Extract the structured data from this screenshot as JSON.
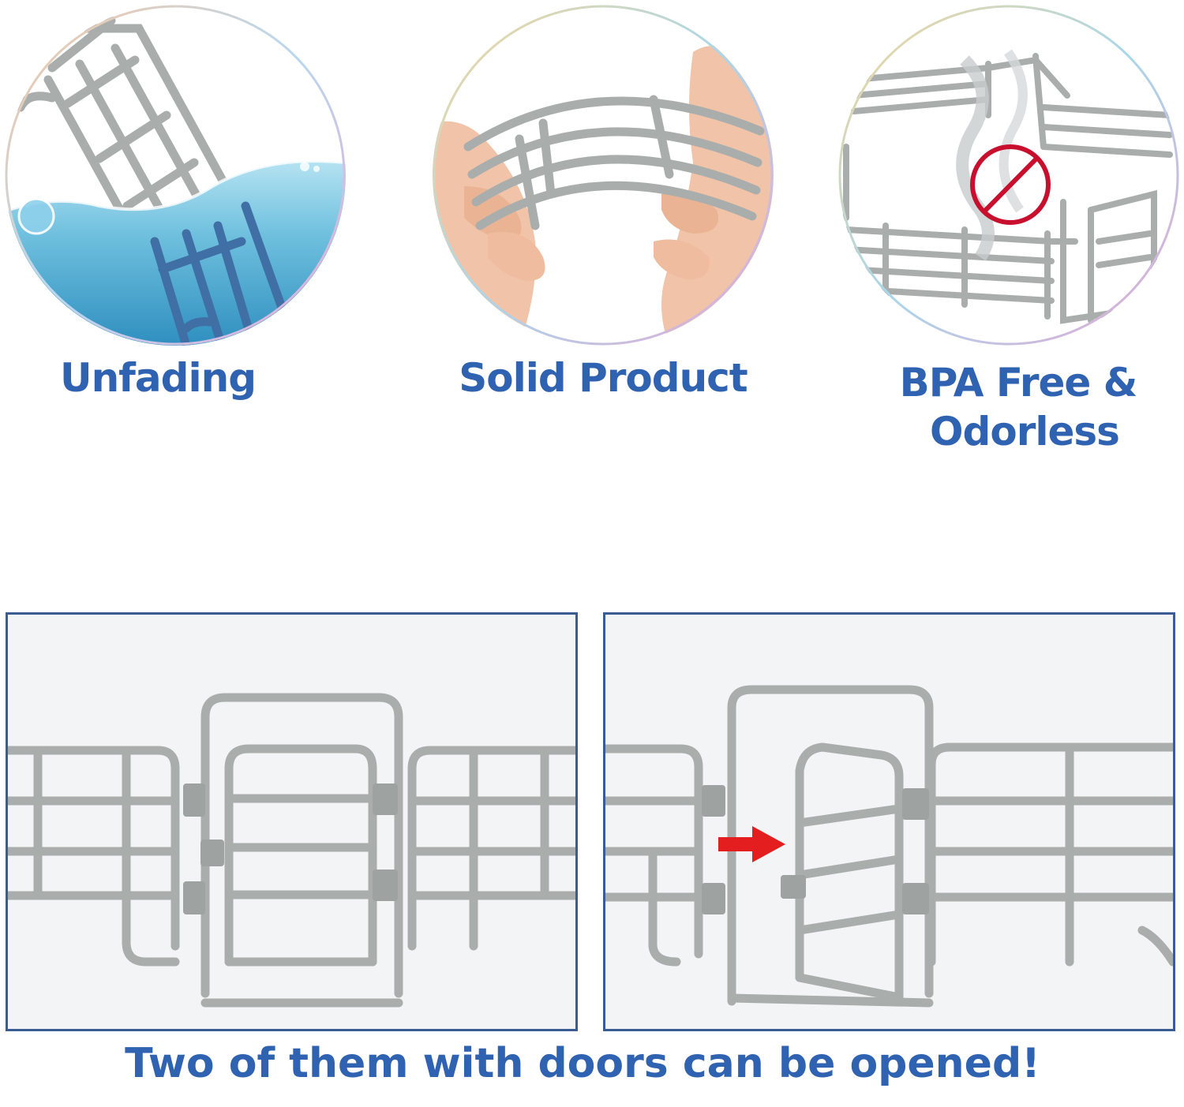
{
  "features": [
    {
      "label": "Unfading",
      "icon": "water-fence-icon"
    },
    {
      "label": "Solid Product",
      "icon": "bending-fence-icon"
    },
    {
      "label_line1": "BPA Free &",
      "label_line2": "Odorless",
      "icon": "no-odor-icon"
    }
  ],
  "caption": "Two of them with doors can be opened!",
  "colors": {
    "label_blue": "#2f62b0",
    "frame_border": "#3a5c93",
    "fence_gray": "#a9aeac",
    "water_blue": "#6fbfdc",
    "arrow_red": "#e41e1e"
  }
}
